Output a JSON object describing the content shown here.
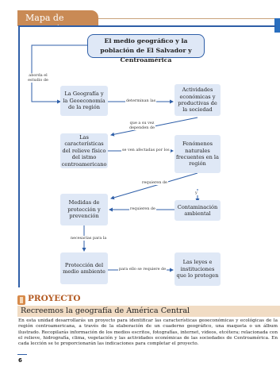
{
  "header": {
    "label": "Mapa de conceptos"
  },
  "map": {
    "title": "El medio geográfico y la población de El Salvador y Centroamérica",
    "nodes": {
      "geografia": "La Geografía y la Geoeconomía de la región",
      "actividades": "Actividades económicas y productivas de la sociedad",
      "caracteristicas": "Las características del relieve físico del istmo centroamericano",
      "fenomenos": "Fenómenos naturales frecuentes en la región",
      "medidas": "Medidas de protección y prevención",
      "contaminacion": "Contaminación ambiental",
      "proteccion": "Protección del medio ambiente",
      "leyes": "Las leyes e instituciones que lo protegen"
    },
    "links": {
      "aborda": "aborda el estudio de",
      "determinan": "determinan las",
      "que_a_su_vez": "que a su vez dependen de",
      "afectadas": "se ven afectadas por los",
      "requieren": "requieren de",
      "y": "y",
      "requieren2": "requieren de",
      "necesarias": "necesarias para la",
      "para_ello": "para ello se requiere de"
    }
  },
  "project": {
    "heading": "PROYECTO",
    "subtitle": "Recreemos la geografía de América Central",
    "body": "En esta unidad desarrollarás un proyecto para identificar las características geoeconómicas y ecológicas de la región centroamericana, a través de la elaboración de un cuaderno geográfico, una maqueta o un álbum ilustrado. Recopilarás información de los medios escritos, fotografías, internet, videos, etcétera; relacionada con el relieve, hidrografía, clima, vegetación y las actividades económicas de las sociedades de Centroamérica. En cada lección se te proporcionarán las indicaciones para completar el proyecto."
  },
  "page_number": "6",
  "colors": {
    "accent": "#c98a55",
    "line": "#2f5fa8",
    "node_fill": "#dfe8f6",
    "band": "#f1dcc4"
  }
}
